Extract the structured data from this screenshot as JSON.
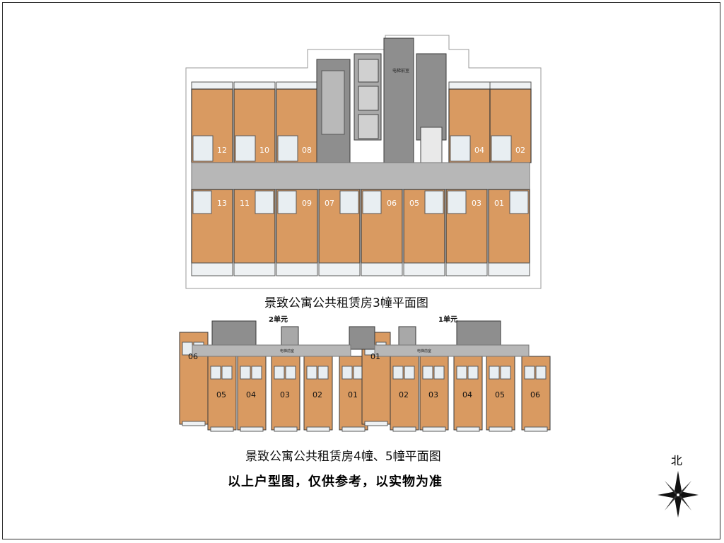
{
  "colors": {
    "room": "#d99a61",
    "room_stroke": "#3a3a3a",
    "corridor": "#b7b7b7",
    "core": "#8e8e8e",
    "wet": "#e8eef2",
    "balcony": "#eef1f3",
    "outline": "#5a5a5a",
    "frame": "#2d2d2d"
  },
  "building3": {
    "caption": "景致公寓公共租赁房3幢平面图",
    "elevator_hall_label": "电梯前室",
    "north_units": [
      "12",
      "10",
      "08",
      "04",
      "02"
    ],
    "south_units": [
      "13",
      "11",
      "09",
      "07",
      "06",
      "05",
      "03",
      "01"
    ]
  },
  "building45": {
    "caption": "景致公寓公共租赁房4幢、5幢平面图",
    "unit2_label": "2单元",
    "unit1_label": "1单元",
    "elevator_hall_label": "电梯前室",
    "left_units": [
      "06",
      "05",
      "04",
      "03",
      "02",
      "01"
    ],
    "right_units": [
      "06",
      "05",
      "04",
      "03",
      "02",
      "01"
    ]
  },
  "notice": "以上户型图，仅供参考，以实物为准",
  "compass": {
    "label": "北",
    "icon": "north-arrow-icon"
  }
}
